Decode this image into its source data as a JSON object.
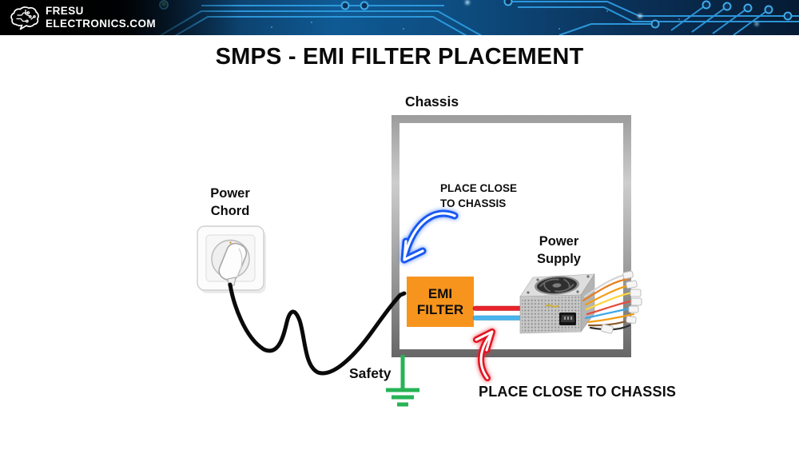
{
  "banner": {
    "brand_line1": "FRESU",
    "brand_line2": "ELECTRONICS.COM",
    "logo_icon": "brain-circuit-icon"
  },
  "title": "SMPS - EMI FILTER PLACEMENT",
  "diagram": {
    "chassis_label": "Chassis",
    "power_chord": {
      "line1": "Power",
      "line2": "Chord"
    },
    "power_supply": {
      "line1": "Power",
      "line2": "Supply"
    },
    "emi_filter": {
      "line1": "EMI",
      "line2": "FILTER"
    },
    "place_close_top": {
      "line1": "PLACE CLOSE",
      "line2": "TO CHASSIS"
    },
    "safety_label": "Safety",
    "place_close_bottom": "PLACE CLOSE TO CHASSIS",
    "colors": {
      "emi_filter_box": "#F7941D",
      "live_wire_red": "#E8232B",
      "neutral_wire_blue": "#4AB5EC",
      "safety_ground_green": "#27B356",
      "arrow_blue": "#1757F2",
      "arrow_red": "#E01420",
      "chassis_gray": "#8F8F8F",
      "banner_circuit_blue": "#2E9BE0"
    }
  }
}
